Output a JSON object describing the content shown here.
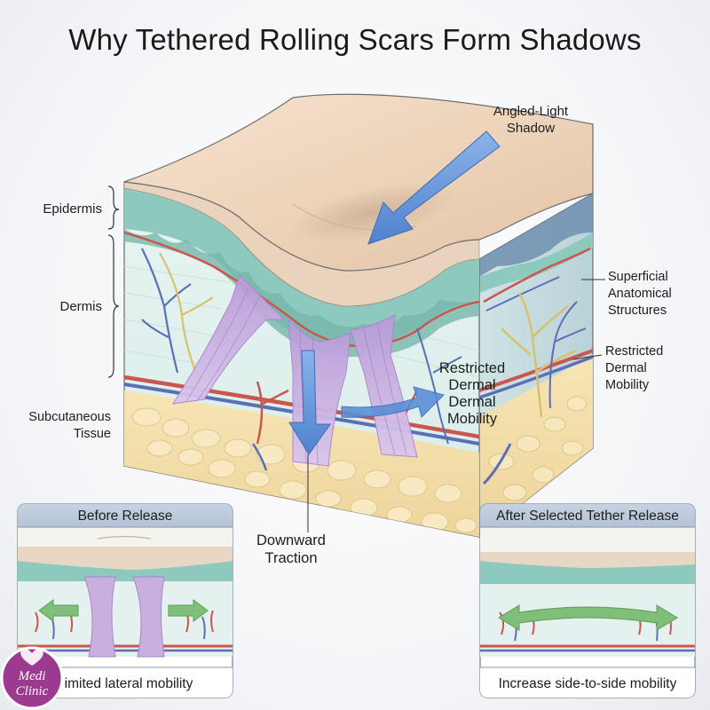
{
  "title": "Why Tethered Rolling Scars Form Shadows",
  "labels": {
    "epidermis": "Epidermis",
    "dermis": "Dermis",
    "subcutaneous_line1": "Subcutaneous",
    "subcutaneous_line2": "Tissue",
    "angled_light_line1": "Angled-Light",
    "angled_light_line2": "Shadow",
    "superficial_line1": "Superficial",
    "superficial_line2": "Anatomical",
    "superficial_line3": "Structures",
    "restricted_right_line1": "Restricted",
    "restricted_right_line2": "Dermal",
    "restricted_right_line3": "Mobility",
    "restricted_center_line1": "Restricted",
    "restricted_center_line2": "Dermal",
    "restricted_center_line3": "Dermal",
    "restricted_center_line4": "Mobility",
    "downward_line1": "Downward",
    "downward_line2": "Traction"
  },
  "panels": {
    "before": {
      "title": "Before Release",
      "caption": "imited lateral mobility"
    },
    "after": {
      "title": "After Selected Tether Release",
      "caption": "Increase side-to-side mobility"
    }
  },
  "logo": {
    "line1": "Medi",
    "line2": "Clinic"
  },
  "colors": {
    "skin_top": "#efd9c2",
    "epidermis_teal": "#8ec9bd",
    "dermis": "#e4f1ee",
    "fat": "#f3dea6",
    "tether_purple": "#c9aee0",
    "arrow_blue": "#5b8fd6",
    "vessel_red": "#c9574f",
    "vessel_blue": "#5b6fb7",
    "nerve_yellow": "#d8c16b",
    "arrow_green": "#7fbf7a",
    "logo_purple": "#9b3a8f"
  },
  "icons": [
    "downward-arrow-icon",
    "lateral-arrow-icon",
    "light-arrow-icon",
    "logo-heart-icon"
  ]
}
